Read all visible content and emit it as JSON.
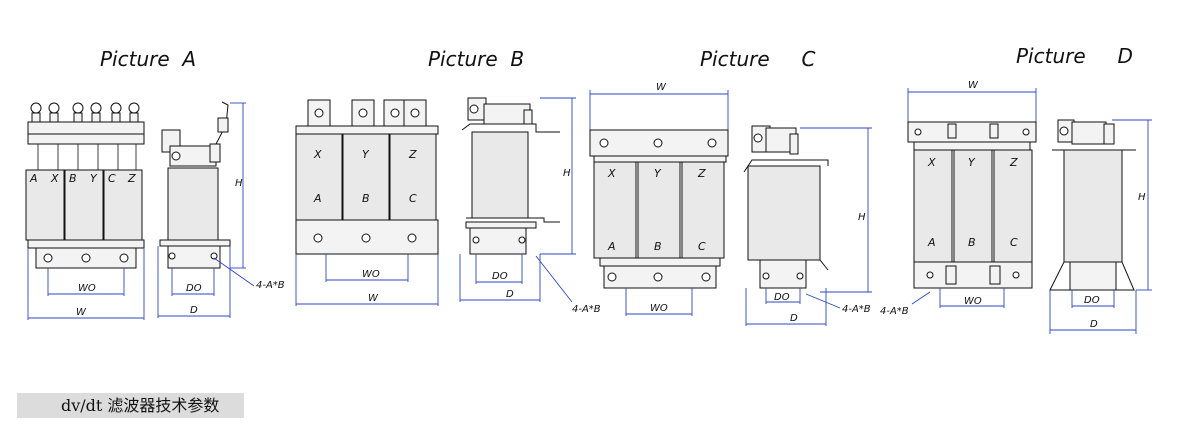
{
  "pictures": [
    {
      "title": "Picture  A",
      "coils": [
        "A",
        "X",
        "B",
        "Y",
        "C",
        "Z"
      ],
      "dims": {
        "w0": "WO",
        "w": "W",
        "d0": "DO",
        "d": "D",
        "h": "H",
        "holes": "4-A*B"
      }
    },
    {
      "title": "Picture  B",
      "coils_top": [
        "X",
        "Y",
        "Z"
      ],
      "coils_bottom": [
        "A",
        "B",
        "C"
      ],
      "dims": {
        "w0": "WO",
        "w": "W",
        "d0": "DO",
        "d": "D",
        "h": "H",
        "holes": "4-A*B"
      }
    },
    {
      "title": "Picture     C",
      "coils_top": [
        "X",
        "Y",
        "Z"
      ],
      "coils_bottom": [
        "A",
        "B",
        "C"
      ],
      "dims": {
        "w0": "WO",
        "w": "W",
        "d0": "DO",
        "d": "D",
        "h": "H",
        "holes": "4-A*B"
      }
    },
    {
      "title": "Picture     D",
      "coils_top": [
        "X",
        "Y",
        "Z"
      ],
      "coils_bottom": [
        "A",
        "B",
        "C"
      ],
      "dims": {
        "w0": "WO",
        "w": "W",
        "d0": "DO",
        "d": "D",
        "h": "H",
        "holes": "4-A*B"
      }
    }
  ],
  "caption": "dv/dt 滤波器技术参数",
  "colors": {
    "dimension_line": "#2b46c9",
    "caption_bg": "#dcdcdc"
  }
}
